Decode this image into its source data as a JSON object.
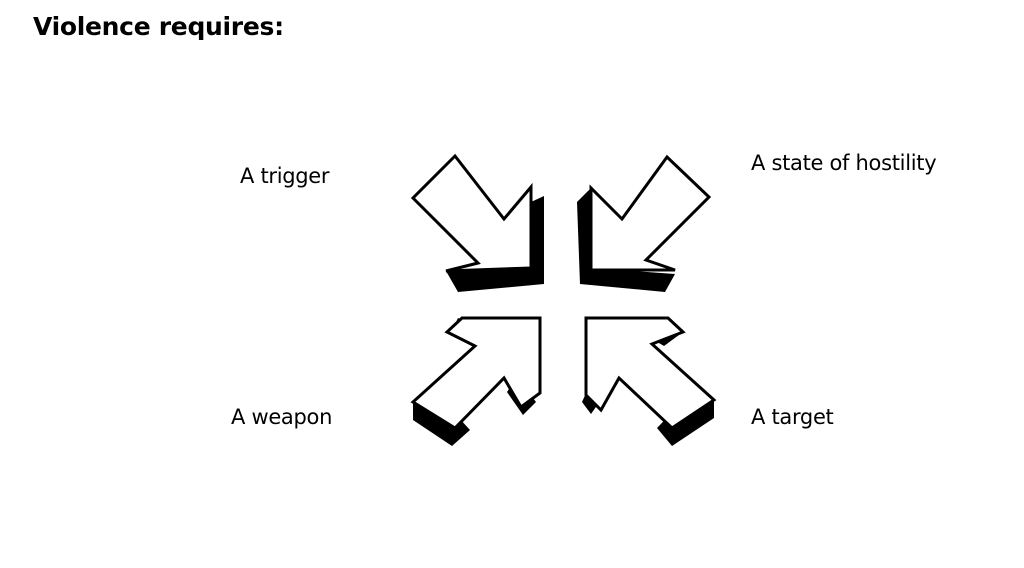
{
  "title": "Violence requires:",
  "requirements": {
    "top_left": "A trigger",
    "top_right": "A state of hostility",
    "bottom_left": "A weapon",
    "bottom_right": "A target"
  },
  "colors": {
    "ink": "#000000",
    "background": "#ffffff"
  },
  "icons": [
    "arrow-down-right-icon",
    "arrow-down-left-icon",
    "arrow-up-right-icon",
    "arrow-up-left-icon"
  ]
}
